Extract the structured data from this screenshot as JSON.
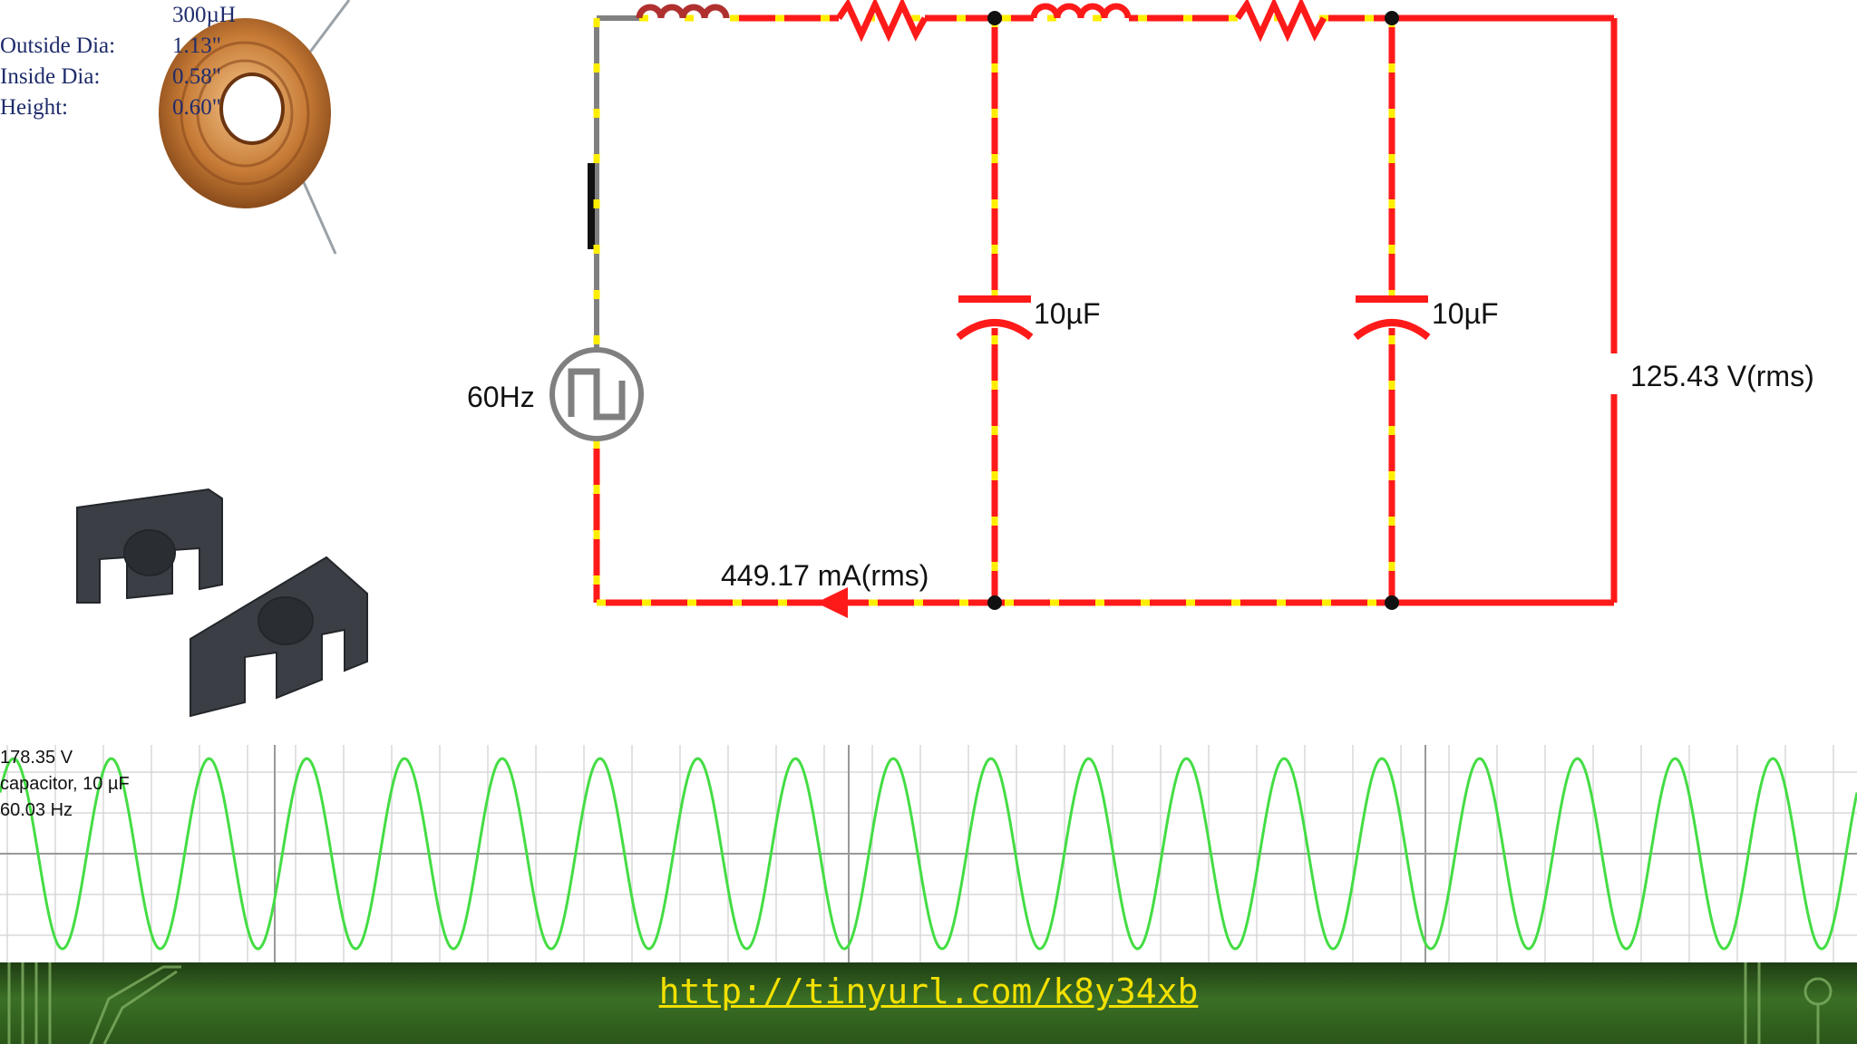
{
  "photo_spec": {
    "inductance": "300µH",
    "rows": [
      {
        "label": "Outside Dia:",
        "value": "1.13\""
      },
      {
        "label": "Inside Dia:",
        "value": "0.58\""
      },
      {
        "label": "Height:",
        "value": "0.60\""
      }
    ]
  },
  "circuit": {
    "source_label": "60Hz",
    "cap1_label": "10µF",
    "cap2_label": "10µF",
    "voltage_readout": "125.43 V(rms)",
    "current_readout": "449.17 mA(rms)"
  },
  "scope": {
    "line1": "178.35 V",
    "line2": "capacitor, 10 µF",
    "line3": "60.03 Hz",
    "trace_color": "#44dd44",
    "cycles_visible": 19
  },
  "footer": {
    "link": "http://tinyurl.com/k8y34xb"
  },
  "colors": {
    "wire_active": "#ff1a1a",
    "current_dots": "#ffee00",
    "wire_idle": "#808080"
  }
}
